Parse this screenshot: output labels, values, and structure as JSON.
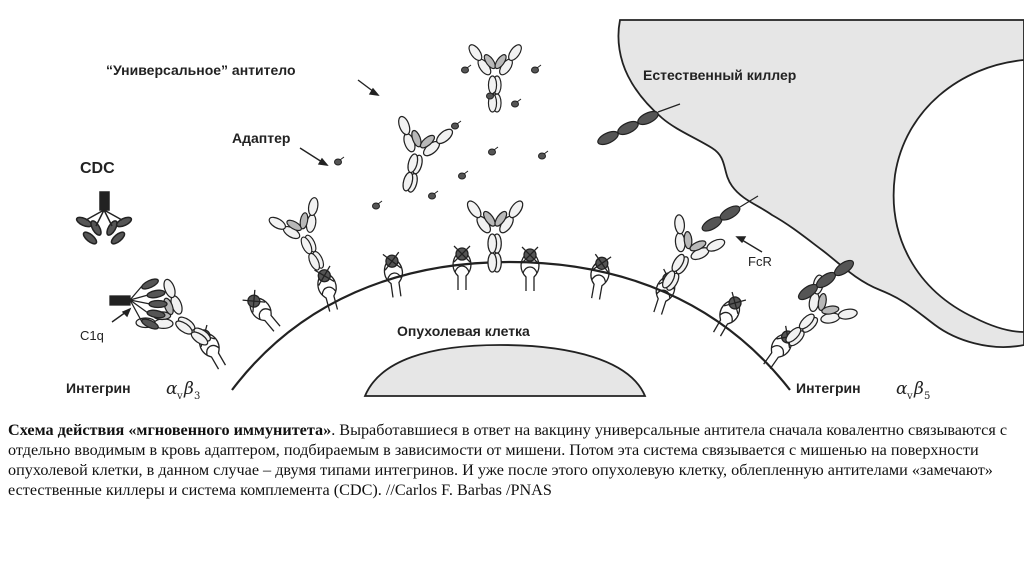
{
  "figure": {
    "label_universal_antibody": "“Универсальное” антитело",
    "label_adapter": "Адаптер",
    "label_cdc": "CDC",
    "label_natural_killer": "Естественный киллер",
    "label_fcr": "FcR",
    "label_c1q": "C1q",
    "label_tumor_cell": "Опухолевая клетка",
    "label_integrin_left": "Интегрин",
    "label_integrin_right": "Интегрин",
    "greek_alpha": "α",
    "sub_v": "v",
    "greek_beta": "β",
    "sub_3": "3",
    "sub_5": "5"
  },
  "caption": {
    "bold": "Схема действия «мгновенного иммунитета»",
    "text": ". Выработавшиеся в ответ на вакцину универсальные антитела сначала ковалентно связываются с отдельно вводимым в кровь адаптером, подбираемым в зависимости от мишени. Потом эта система связывается с мишенью на поверхности опухолевой клетки, в данном случае – двумя типами интегринов. И уже после этого опухолевую клетку, облепленную антителами «замечают» естественные киллеры и система комплемента (CDC). //Carlos F. Barbas /PNAS"
  },
  "colors": {
    "cell_fill": "#e6e6e6",
    "outline": "#222222",
    "light_domain": "#f2f2f2",
    "mid_domain": "#b8b8b8",
    "dark_domain": "#555555"
  }
}
